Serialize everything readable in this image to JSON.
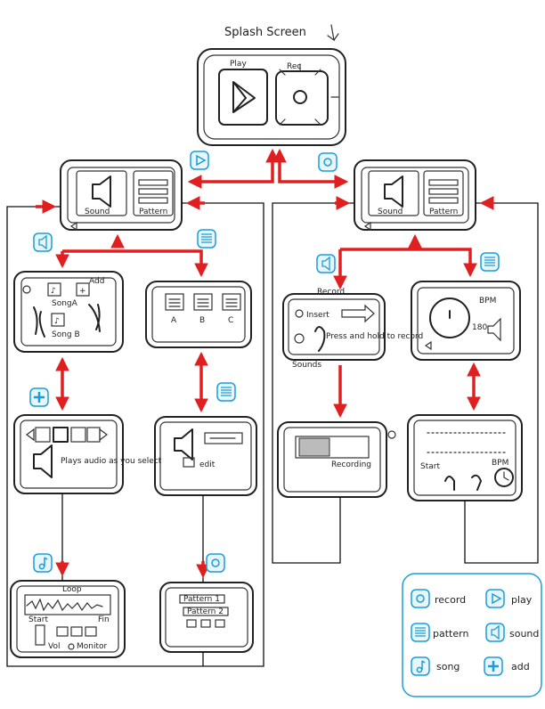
{
  "title": "Splash Screen",
  "splash": {
    "play_label": "Play",
    "rec_label": "Rec"
  },
  "menu_left": {
    "sound_label": "Sound",
    "pattern_label": "Pattern"
  },
  "menu_right": {
    "sound_label": "Sound",
    "pattern_label": "Pattern"
  },
  "sound_screen": {
    "add_label": "Add",
    "song_a": "SongA",
    "song_b": "Song B"
  },
  "pattern_screen": {
    "tabs": [
      "A",
      "B",
      "C"
    ]
  },
  "record_screen": {
    "title": "Record",
    "insert_label": "Insert",
    "hint": "Press and hold to record",
    "footer": "Sounds"
  },
  "bpm_screen": {
    "label": "BPM",
    "value": "180"
  },
  "sound_add_screen": {
    "caption": "Plays audio as you select"
  },
  "pattern_edit_screen": {
    "edit_label": "edit"
  },
  "recording_screen": {
    "status": "Recording"
  },
  "start_bpm_screen": {
    "start_label": "Start",
    "bpm_label": "BPM"
  },
  "song_screen": {
    "loop_label": "Loop",
    "start_label": "Start",
    "fin_label": "Fin",
    "vol_label": "Vol",
    "monitor_label": "Monitor"
  },
  "pattern_list_screen": {
    "item1": "Pattern 1",
    "item2": "Pattern 2"
  },
  "legend": {
    "items": [
      {
        "icon": "record",
        "label": "record"
      },
      {
        "icon": "play",
        "label": "play"
      },
      {
        "icon": "pattern",
        "label": "pattern"
      },
      {
        "icon": "sound",
        "label": "sound"
      },
      {
        "icon": "song",
        "label": "song"
      },
      {
        "icon": "add",
        "label": "add"
      }
    ]
  },
  "colors": {
    "arrow": "#e02020",
    "icon": "#1a9ed8",
    "icon_fill": "#e8f6fc",
    "ink": "#222222"
  }
}
